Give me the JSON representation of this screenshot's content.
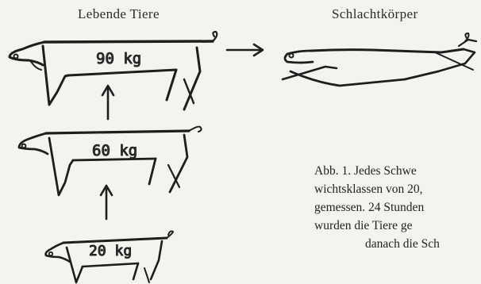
{
  "headings": {
    "live": "Lebende Tiere",
    "carcass": "Schlachtkörper"
  },
  "weights": {
    "w90": "90 kg",
    "w60": "60 kg",
    "w20": "20 kg"
  },
  "caption": {
    "line1": "Abb. 1. Jedes Schwe",
    "line2": "wichtsklassen von 20,",
    "line3": "gemessen. 24 Stunden",
    "line4": "wurden die Tiere ge",
    "line5": "danach die Sch"
  },
  "colors": {
    "ink": "#1e1e1e",
    "paper": "#f4f3ef"
  }
}
